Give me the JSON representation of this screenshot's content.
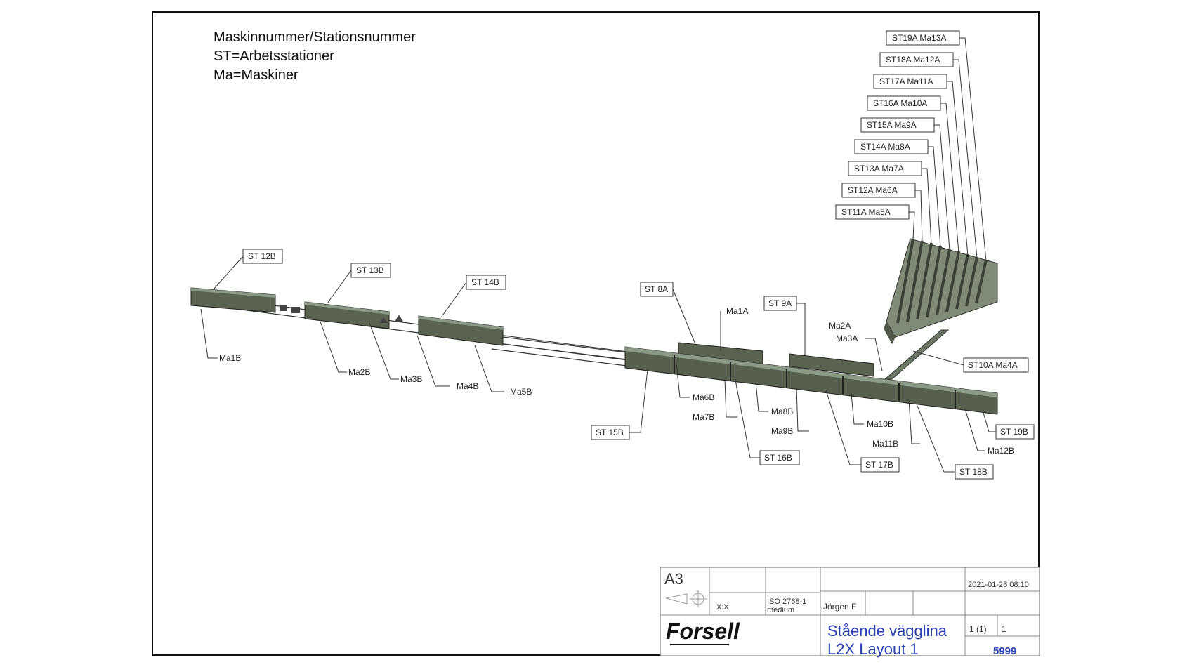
{
  "legend": {
    "line1": "Maskinnummer/Stationsnummer",
    "line2": "ST=Arbetsstationer",
    "line3": "Ma=Maskiner"
  },
  "fan_labels": [
    "ST19A Ma13A",
    "ST18A Ma12A",
    "ST17A Ma11A",
    "ST16A Ma10A",
    "ST15A Ma9A",
    "ST14A Ma8A",
    "ST13A Ma7A",
    "ST12A Ma6A",
    "ST11A Ma5A"
  ],
  "station_labels": {
    "st12b": "ST 12B",
    "st13b": "ST 13B",
    "st14b": "ST 14B",
    "st8a": "ST 8A",
    "st9a": "ST 9A",
    "st10a": "ST10A Ma4A",
    "st15b": "ST 15B",
    "st16b": "ST 16B",
    "st17b": "ST 17B",
    "st18b": "ST 18B",
    "st19b": "ST 19B"
  },
  "machine_labels": {
    "ma1a": "Ma1A",
    "ma2a": "Ma2A",
    "ma3a": "Ma3A",
    "ma1b": "Ma1B",
    "ma2b": "Ma2B",
    "ma3b": "Ma3B",
    "ma4b": "Ma4B",
    "ma5b": "Ma5B",
    "ma6b": "Ma6B",
    "ma7b": "Ma7B",
    "ma8b": "Ma8B",
    "ma9b": "Ma9B",
    "ma10b": "Ma10B",
    "ma11b": "Ma11B",
    "ma12b": "Ma12B"
  },
  "title_block": {
    "size": "A3",
    "tolerance": "ISO 2768-1",
    "tolerance_class": "medium",
    "scale": "X:X",
    "designed_by": "Jörgen F",
    "date": "2021-01-28 08:10",
    "sheet": "1 (1)",
    "revision": "1",
    "title_line1": "Stående vägglina",
    "title_line2": "L2X Layout 1",
    "drawing_number": "5999",
    "logo": "Forsell"
  },
  "colors": {
    "title_blue": "#2a3fb3",
    "machine_dark": "#4a5448",
    "machine_mid": "#7e8a7a"
  }
}
